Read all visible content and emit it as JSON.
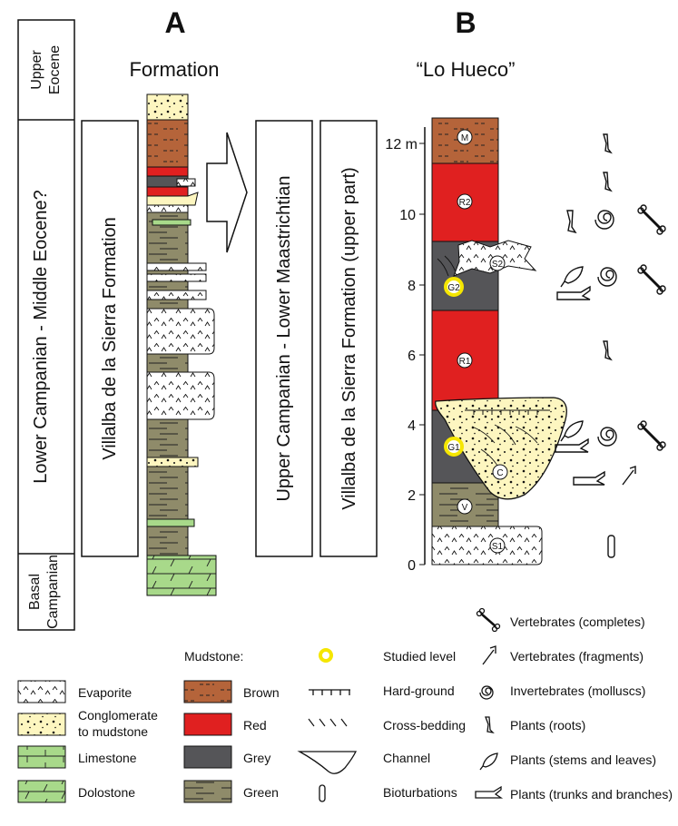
{
  "headings": {
    "a": "A",
    "b": "B",
    "formation": "Formation",
    "lo_hueco": "“Lo Hueco”"
  },
  "age_column": [
    "Upper",
    "Eocene",
    "Lower Campanian - Middle Eocene?",
    "Basal",
    "Campanian"
  ],
  "formation_boxes": {
    "villalba_a": "Villalba de la Sierra Formation",
    "stage_b": "Upper Campanian - Lower Maastrichtian",
    "villalba_b": "Villalba de la Sierra Formation (upper part)"
  },
  "axis": {
    "unit_label": "12 m",
    "ticks": [
      "0",
      "2",
      "4",
      "6",
      "8",
      "10",
      "12"
    ]
  },
  "levels": [
    "M",
    "R2",
    "S2",
    "G2",
    "R1",
    "G1",
    "C",
    "V",
    "S1"
  ],
  "legend": {
    "lithology": [
      {
        "label": "Evaporite"
      },
      {
        "label": "Conglomerate",
        "label2": "to mudstone"
      },
      {
        "label": "Limestone"
      },
      {
        "label": "Dolostone"
      }
    ],
    "mudstone_title": "Mudstone:",
    "mudstone": [
      {
        "label": "Brown",
        "color": "#b5643a"
      },
      {
        "label": "Red",
        "color": "#e02020"
      },
      {
        "label": "Grey",
        "color": "#555558"
      },
      {
        "label": "Green",
        "color": "#8f8b6a"
      }
    ],
    "symbols": [
      "Studied level",
      "Hard-ground",
      "Cross-bedding",
      "Channel",
      "Bioturbations"
    ],
    "fossils": [
      "Vertebrates (completes)",
      "Vertebrates (fragments)",
      "Invertebrates (molluscs)",
      "Plants (roots)",
      "Plants (stems and leaves)",
      "Plants (trunks and branches)"
    ]
  },
  "colors": {
    "brown": "#b5643a",
    "red": "#e02020",
    "grey": "#555558",
    "green": "#8f8b6a",
    "evaporite": "#ffffff",
    "conglomerate": "#fdf6c0",
    "carbonate": "#a8d98a",
    "studied": "#f5e600"
  }
}
